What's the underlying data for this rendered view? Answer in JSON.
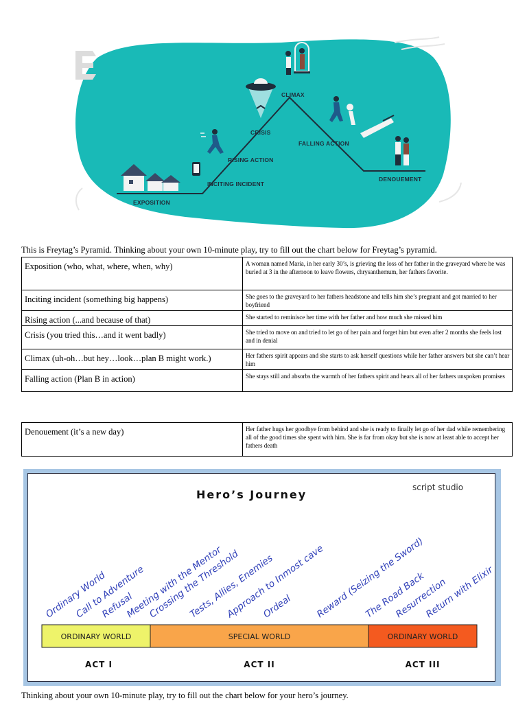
{
  "pyramid": {
    "labels": {
      "exposition": "EXPOSITION",
      "inciting": "INCITING INCIDENT",
      "rising": "RISING ACTION",
      "crisis": "CRISIS",
      "climax": "CLIMAX",
      "falling": "FALLING ACTION",
      "denouement": "DENOUEMENT"
    },
    "colors": {
      "blob": "#19bab7",
      "line": "#1f2d3a"
    }
  },
  "intro": "This is Freytag’s Pyramid. Thinking about your own 10-minute play, try to fill out the chart below for Freytag’s pyramid.",
  "freytag_rows": [
    {
      "label": "Exposition (who, what, where, when, why)",
      "value": "A woman named Maria, in her early 30’s, is grieving the loss of her father in the graveyard where he was buried at 3 in the afternoon to leave flowers, chrysanthemum, her fathers favorite."
    },
    {
      "label": "Inciting incident (something big happens)",
      "value": "She goes to the graveyard to her fathers headstone and tells him she’s pregnant and got married to her boyfriend"
    },
    {
      "label": "Rising action (...and because of that)",
      "value": "She started to reminisce her time with her father and how much she missed him"
    },
    {
      "label": "Crisis (you tried this…and it went badly)",
      "value": "She tried to move on and tried to let go of her pain and forget him but even after 2 months she feels lost and in denial"
    },
    {
      "label": "Climax (uh-oh…but hey…look…plan B might work.)",
      "value": "Her fathers spirit appears and she starts to ask herself questions while her father answers but she can’t hear him"
    },
    {
      "label": "Falling action (Plan B in action)",
      "value": "She stays still and absorbs the warmth of her fathers spirit and hears all of her fathers unspoken promises"
    }
  ],
  "denouement_row": {
    "label": "Denouement (it’s a new day)",
    "value": "Her father hugs her goodbye from behind and she is ready to finally let go of her dad while remembering all of the good times she spent with him. She is far from okay but she is now at least able to accept her fathers death"
  },
  "hero": {
    "title": "Hero’s Journey",
    "brand": "script studio",
    "stages": [
      "Ordinary World",
      "Call to Adventure",
      "Refusal",
      "Meeting with the Mentor",
      "Crossing the Threshold",
      "Tests, Allies, Enemies",
      "Approach to Inmost cave",
      "Ordeal",
      "Reward (Seizing the Sword)",
      "The Road Back",
      "Resurrection",
      "Return with Elixir"
    ],
    "worlds": [
      "ORDINARY WORLD",
      "SPECIAL WORLD",
      "ORDINARY WORLD"
    ],
    "acts": [
      "ACT I",
      "ACT II",
      "ACT III"
    ],
    "colors": {
      "world1": "#eef36a",
      "world2": "#f9a54a",
      "world3": "#f45a1f",
      "stage_text": "#2f3fb8",
      "frame": "#a7c6e4"
    }
  },
  "outro": "Thinking about your own 10-minute play, try to fill out the chart below for your hero’s journey."
}
